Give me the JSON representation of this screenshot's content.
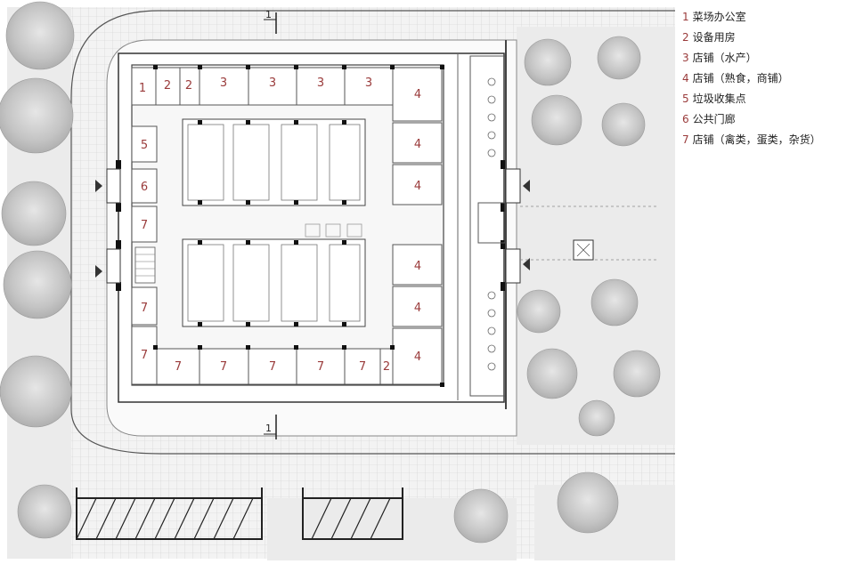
{
  "section_marks": {
    "top": "1",
    "bottom": "1"
  },
  "room_labels": [
    {
      "id": "office",
      "text": "1"
    },
    {
      "id": "equip-a",
      "text": "2"
    },
    {
      "id": "equip-b",
      "text": "2"
    },
    {
      "id": "equip-c",
      "text": "2"
    },
    {
      "id": "aqua-1",
      "text": "3"
    },
    {
      "id": "aqua-2",
      "text": "3"
    },
    {
      "id": "aqua-3",
      "text": "3"
    },
    {
      "id": "aqua-4",
      "text": "3"
    },
    {
      "id": "deli-1",
      "text": "4"
    },
    {
      "id": "deli-2",
      "text": "4"
    },
    {
      "id": "deli-3",
      "text": "4"
    },
    {
      "id": "deli-4",
      "text": "4"
    },
    {
      "id": "deli-5",
      "text": "4"
    },
    {
      "id": "deli-6",
      "text": "4"
    },
    {
      "id": "garbage",
      "text": "5"
    },
    {
      "id": "corridor",
      "text": "6"
    },
    {
      "id": "poultry-1",
      "text": "7"
    },
    {
      "id": "poultry-2",
      "text": "7"
    },
    {
      "id": "poultry-3",
      "text": "7"
    },
    {
      "id": "poultry-4",
      "text": "7"
    },
    {
      "id": "poultry-5",
      "text": "7"
    },
    {
      "id": "poultry-6",
      "text": "7"
    },
    {
      "id": "poultry-7",
      "text": "7"
    },
    {
      "id": "poultry-8",
      "text": "7"
    }
  ],
  "legend": [
    {
      "num": "1",
      "text": "菜场办公室"
    },
    {
      "num": "2",
      "text": "设备用房"
    },
    {
      "num": "3",
      "text": "店铺（水产）"
    },
    {
      "num": "4",
      "text": "店铺（熟食，商铺）"
    },
    {
      "num": "5",
      "text": "垃圾收集点"
    },
    {
      "num": "6",
      "text": "公共门廊"
    },
    {
      "num": "7",
      "text": "店铺（禽类，蛋类，杂货）"
    }
  ]
}
